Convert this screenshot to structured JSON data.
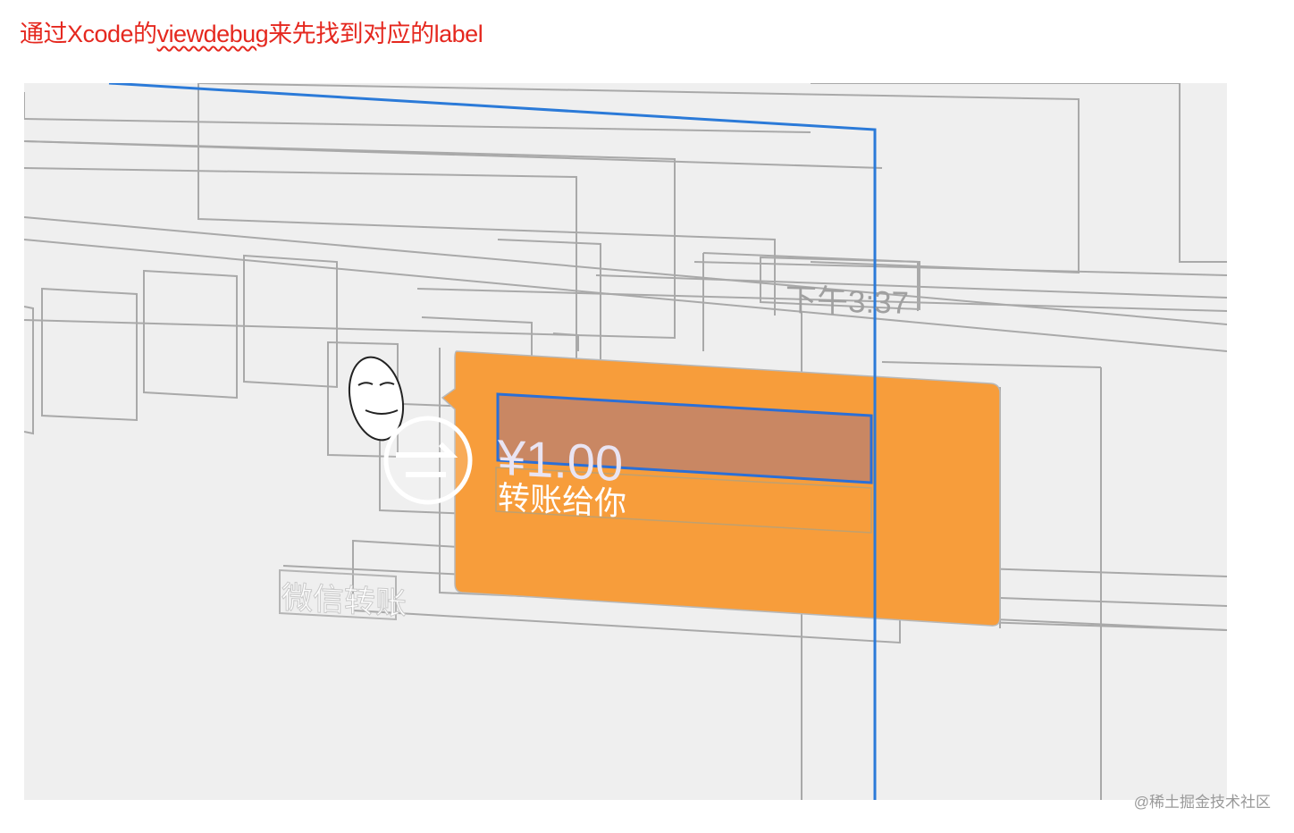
{
  "article": {
    "caption_prefix": "通过Xcode的",
    "caption_underlined": "viewdebug",
    "caption_suffix": "来先找到对应的label"
  },
  "view_debugger": {
    "status_time": "下午3:37",
    "transfer_bubble": {
      "amount": "¥1.00",
      "subtitle": "转账给你",
      "footer_label": "微信转账",
      "bubble_color": "#f79d3b",
      "selected_label_color": "#c98763",
      "selection_outline_color": "#2b6fd6"
    }
  },
  "site": {
    "watermark": "@稀土掘金技术社区"
  }
}
